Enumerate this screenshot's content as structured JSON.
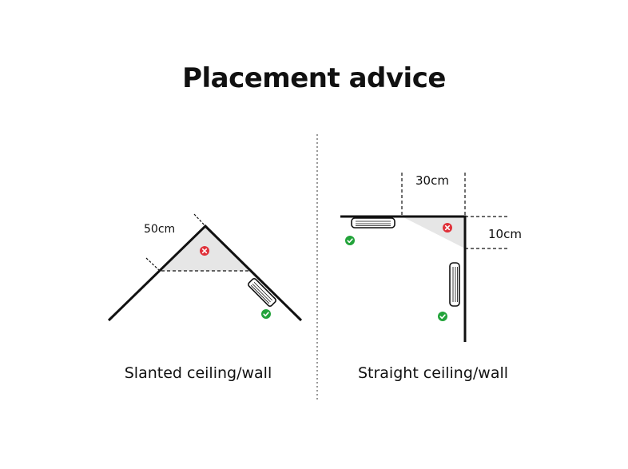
{
  "title": "Placement advice",
  "left_panel": {
    "distance_label": "50cm",
    "caption": "Slanted ceiling/wall"
  },
  "right_panel": {
    "horizontal_distance_label": "30cm",
    "vertical_distance_label": "10cm",
    "caption": "Straight ceiling/wall"
  },
  "icons": {
    "ok": "checkmark-icon",
    "bad": "cross-icon"
  },
  "colors": {
    "ok": "#22a33a",
    "bad": "#e0313a",
    "zone": "#e6e6e6",
    "line": "#111111"
  }
}
